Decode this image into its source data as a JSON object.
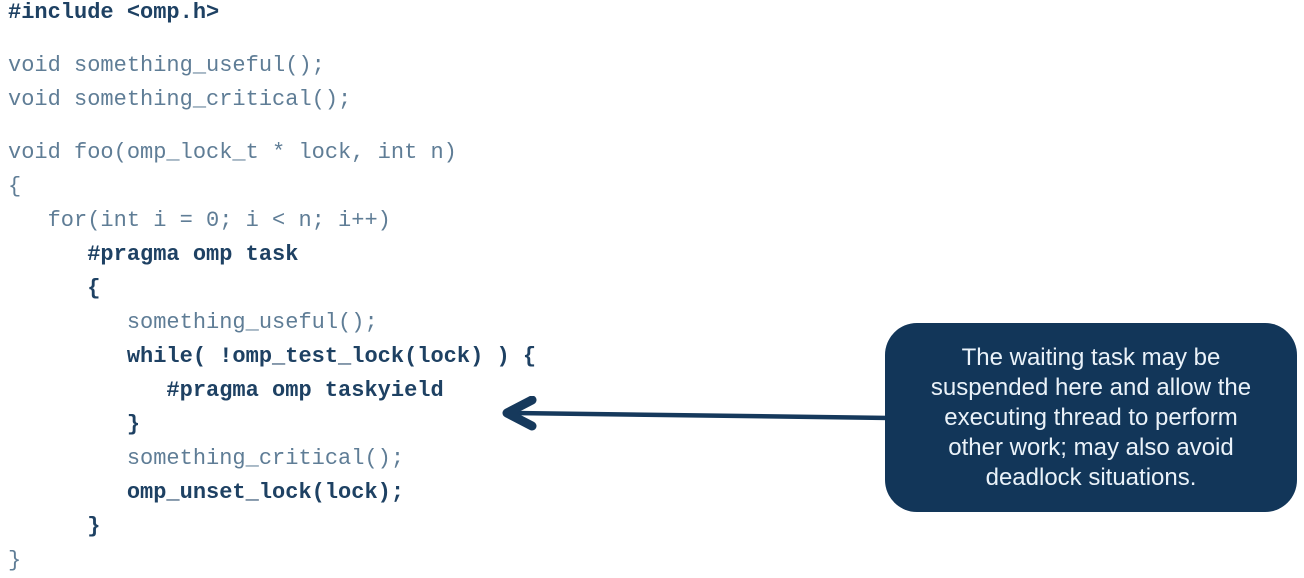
{
  "colors": {
    "navy_bold": "#1e4163",
    "code_normal": "#5f7d96",
    "callout_bg": "#123659",
    "callout_text": "#eaf2f9",
    "arrow": "#16395c",
    "background": "#ffffff"
  },
  "code": {
    "language": "c-openmp",
    "lines": [
      {
        "text": "#include <omp.h>",
        "style": "bold"
      },
      {
        "text": "",
        "style": "blank"
      },
      {
        "text": "void something_useful();",
        "style": "normal"
      },
      {
        "text": "void something_critical();",
        "style": "normal"
      },
      {
        "text": "",
        "style": "blank"
      },
      {
        "text": "void foo(omp_lock_t * lock, int n)",
        "style": "normal"
      },
      {
        "text": "{",
        "style": "normal"
      },
      {
        "text": "   for(int i = 0; i < n; i++)",
        "style": "normal"
      },
      {
        "text": "      #pragma omp task",
        "style": "bold"
      },
      {
        "text": "      {",
        "style": "bold"
      },
      {
        "text": "         something_useful();",
        "style": "normal"
      },
      {
        "text": "         while( !omp_test_lock(lock) ) {",
        "style": "bold"
      },
      {
        "text": "            #pragma omp taskyield",
        "style": "bold"
      },
      {
        "text": "         }",
        "style": "bold"
      },
      {
        "text": "         something_critical();",
        "style": "normal"
      },
      {
        "text": "         omp_unset_lock(lock);",
        "style": "bold"
      },
      {
        "text": "      }",
        "style": "bold"
      },
      {
        "text": "}",
        "style": "normal"
      }
    ]
  },
  "callout": {
    "text": "The waiting task may be suspended here and allow the executing thread to perform other work; may also avoid deadlock situations."
  }
}
